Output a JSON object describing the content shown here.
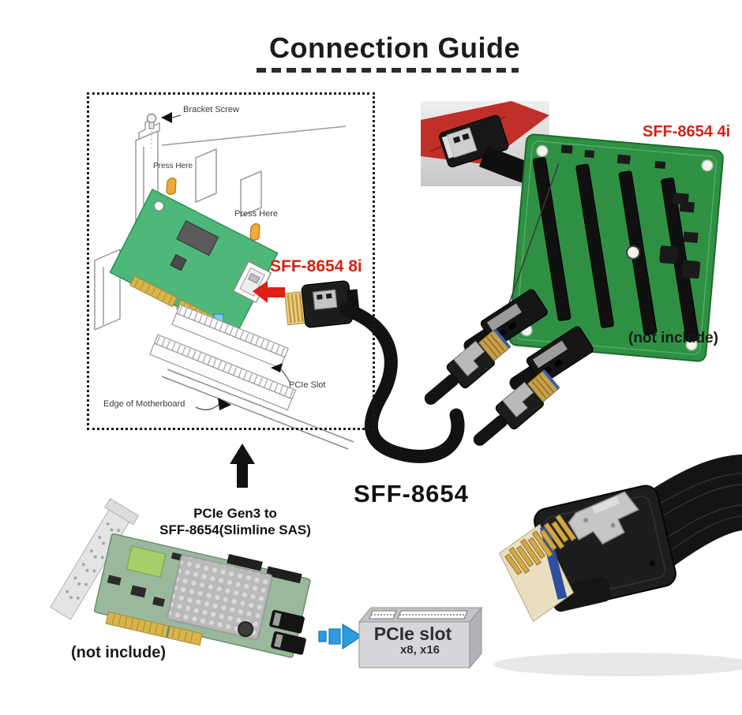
{
  "title": "Connection Guide",
  "install_diagram": {
    "bracket_screw_label": "Bracket Screw",
    "press_here_top_label": "Press Here",
    "press_here_right_label": "Press Here",
    "connector_label": "SFF-8654 8i",
    "pcie_slot_label": "PCIe Slot",
    "motherboard_edge_label": "Edge of Motherboard"
  },
  "adapter_board": {
    "connector_label": "SFF-8654 4i",
    "availability_note": "(not include)"
  },
  "cable": {
    "name_label": "SFF-8654"
  },
  "host_card": {
    "title_line1": "PCIe Gen3 to",
    "title_line2": "SFF-8654(Slimline SAS)",
    "availability_note": "(not include)"
  },
  "pcie_slot_callout": {
    "label": "PCIe slot",
    "sublabel": "x8, x16"
  },
  "icons": {
    "up_arrow": "black-up-arrow",
    "blue_right_arrow": "blue-right-arrow",
    "red_left_arrow": "red-left-arrow",
    "bracket_screw_arrow": "black-left-arrow"
  },
  "colors": {
    "accent_red": "#d32315",
    "lineart_card_green": "#4db87a",
    "adapter_pcb_green": "#2f9043",
    "arrow_blue": "#2b9de0",
    "gold": "#d2a946"
  }
}
